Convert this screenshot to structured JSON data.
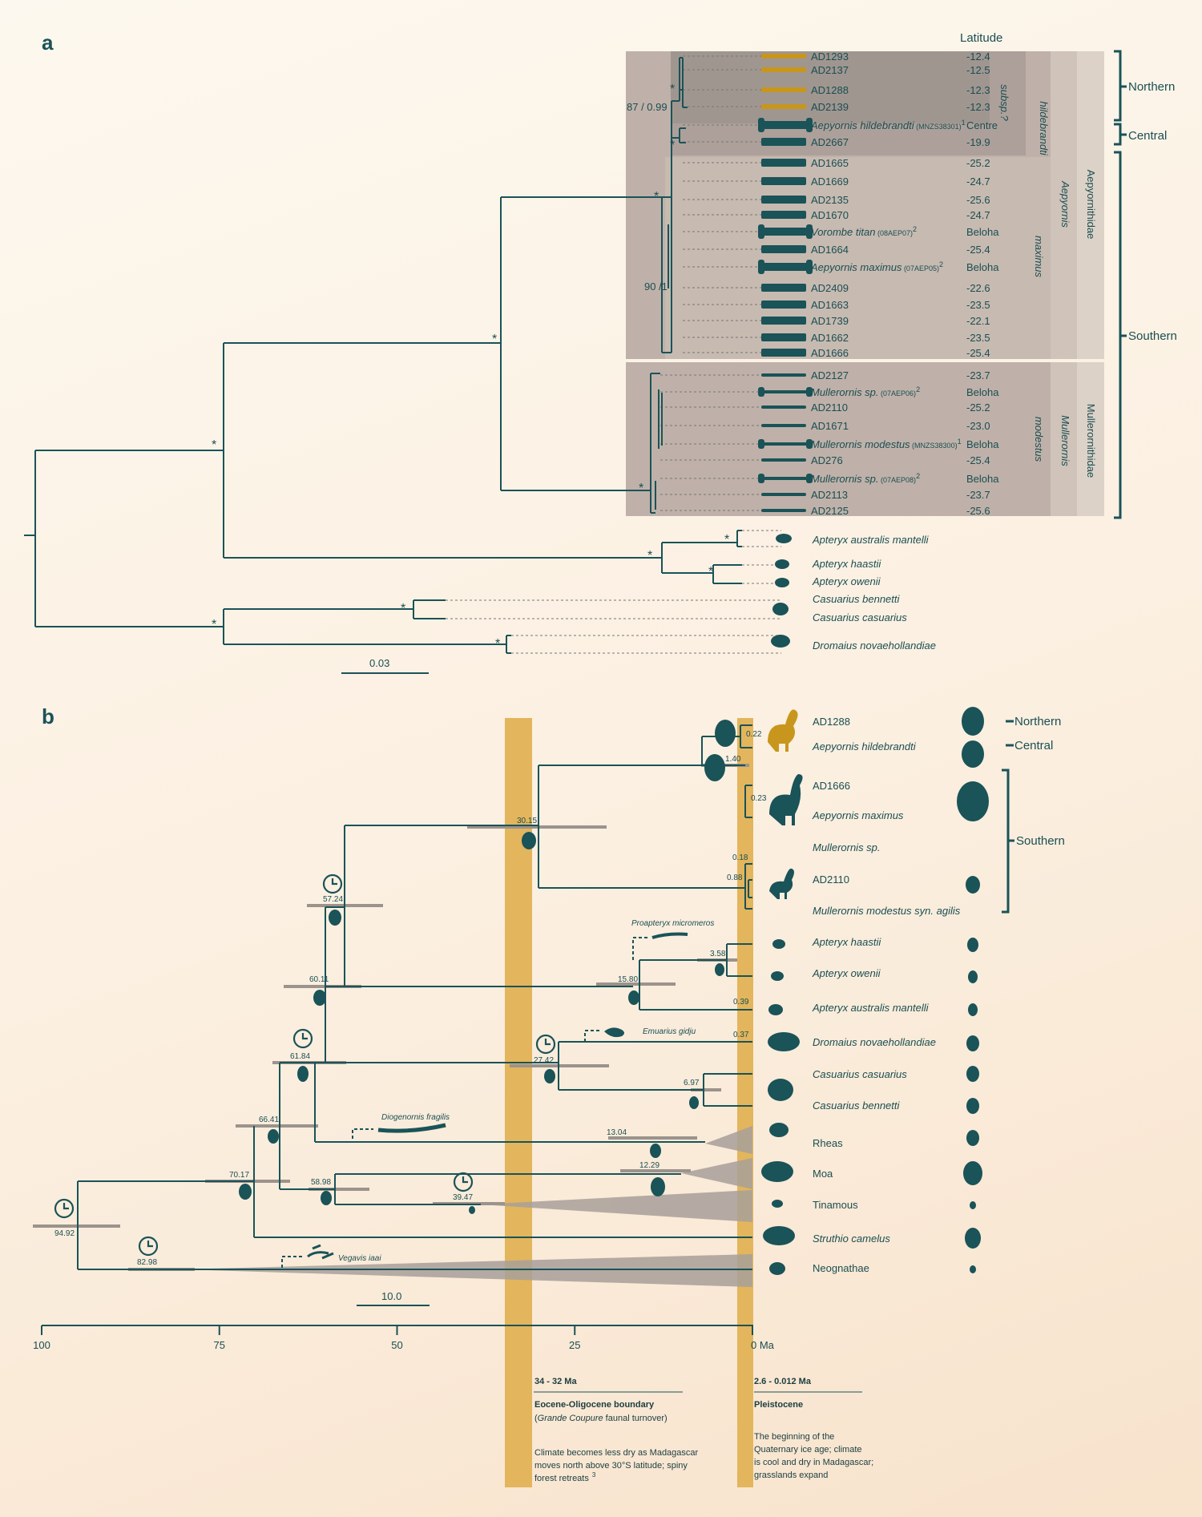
{
  "panel_a": {
    "label": "a",
    "latitude_header": "Latitude",
    "scale_label": "0.03",
    "node_support": {
      "star": "*",
      "subsp_node": "87 / 0.99",
      "maximus_node": "90 /1"
    },
    "taxon_labels": {
      "hildebrandti": "hildebrandti",
      "subsp": "subsp.?",
      "aepyornis": "Aepyornis",
      "maximus": "maximus",
      "aepyornithidae": "Aepyornithidae",
      "mullerornis": "Mullerornis",
      "modestus": "modestus",
      "mullerornithidae": "Mullerornithidae"
    },
    "regions": {
      "northern": "Northern",
      "central": "Central",
      "southern": "Southern"
    },
    "specimens": [
      {
        "name": "AD1293",
        "lat": "-12.4"
      },
      {
        "name": "AD2137",
        "lat": "-12.5"
      },
      {
        "name": "AD1288",
        "lat": "-12.3"
      },
      {
        "name": "AD2139",
        "lat": "-12.3"
      },
      {
        "name": "Aepyornis hildebrandti",
        "sub": " (MNZS38301)",
        "sup": "1",
        "lat": "Centre"
      },
      {
        "name": "AD2667",
        "lat": "-19.9"
      },
      {
        "name": "AD1665",
        "lat": "-25.2"
      },
      {
        "name": "AD1669",
        "lat": "-24.7"
      },
      {
        "name": "AD2135",
        "lat": "-25.6"
      },
      {
        "name": "AD1670",
        "lat": "-24.7"
      },
      {
        "name": "Vorombe titan",
        "sub": " (08AEP07)",
        "sup": "2",
        "lat": "Beloha"
      },
      {
        "name": "AD1664",
        "lat": "-25.4"
      },
      {
        "name": "Aepyornis maximus",
        "sub": " (07AEP05)",
        "sup": "2",
        "lat": "Beloha"
      },
      {
        "name": "AD2409",
        "lat": "-22.6"
      },
      {
        "name": "AD1663",
        "lat": "-23.5"
      },
      {
        "name": "AD1739",
        "lat": "-22.1"
      },
      {
        "name": "AD1662",
        "lat": "-23.5"
      },
      {
        "name": "AD1666",
        "lat": "-25.4"
      },
      {
        "name": "AD2127",
        "lat": "-23.7"
      },
      {
        "name": "Mullerornis sp.",
        "sub": " (07AEP06)",
        "sup": "2",
        "lat": "Beloha"
      },
      {
        "name": "AD2110",
        "lat": "-25.2"
      },
      {
        "name": "AD1671",
        "lat": "-23.0"
      },
      {
        "name": "Mullerornis modestus",
        "sub": " (MNZS38300)",
        "sup": "1",
        "lat": "Beloha"
      },
      {
        "name": "AD276",
        "lat": "-25.4"
      },
      {
        "name": "Mullerornis sp.",
        "sub": " (07AEP08)",
        "sup": "2",
        "lat": "Beloha"
      },
      {
        "name": "AD2113",
        "lat": "-23.7"
      },
      {
        "name": "AD2125",
        "lat": "-25.6"
      }
    ],
    "outgroups": [
      "Apteryx australis mantelli",
      "Apteryx haastii",
      "Apteryx owenii",
      "Casuarius bennetti",
      "Casuarius casuarius",
      "Dromaius novaehollandiae"
    ]
  },
  "panel_b": {
    "label": "b",
    "scale_label": "10.0",
    "axis_ticks": [
      "100",
      "75",
      "50",
      "25",
      "0 Ma"
    ],
    "taxa": [
      "AD1288",
      "Aepyornis hildebrandti",
      "AD1666",
      "Aepyornis maximus",
      "Mullerornis sp.",
      "AD2110",
      "Mullerornis modestus syn. agilis",
      "Apteryx haastii",
      "Apteryx owenii",
      "Apteryx australis mantelli",
      "Dromaius novaehollandiae",
      "Casuarius casuarius",
      "Casuarius bennetti",
      "Rheas",
      "Moa",
      "Tinamous",
      "Struthio camelus",
      "Neognathae"
    ],
    "node_ages": [
      "0.22",
      "1.40",
      "0.23",
      "30.15",
      "0.18",
      "0.88",
      "57.24",
      "3.58",
      "15.80",
      "0.39",
      "60.11",
      "0.37",
      "27.42",
      "6.97",
      "61.84",
      "66.41",
      "13.04",
      "70.17",
      "58.98",
      "12.29",
      "39.47",
      "94.92",
      "82.98"
    ],
    "fossils": [
      "Proapteryx micromeros",
      "Emuarius gidju",
      "Diogenornis fragilis",
      "Vegavis iaai"
    ],
    "regions": {
      "northern": "Northern",
      "central": "Central",
      "southern": "Southern"
    },
    "events": [
      {
        "range": "34 - 32 Ma",
        "title": "Eocene-Oligocene boundary",
        "subtitle_italic": "Grande Coupure",
        "subtitle_rest": " faunal turnover)",
        "subtitle_open": "(",
        "text": [
          "Climate becomes less dry as Madagascar",
          "moves north above 30°S latitude; spiny",
          "forest retreats"
        ],
        "sup": "3"
      },
      {
        "range": "2.6 - 0.012 Ma",
        "title": "Pleistocene",
        "subtitle_italic": "",
        "subtitle_rest": "",
        "subtitle_open": "",
        "text": [
          "The beginning of the",
          "Quaternary ice age; climate",
          "is cool and dry in Madagascar;",
          "grasslands expand"
        ],
        "sup": ""
      }
    ]
  },
  "colors": {
    "teal": "#1a5358",
    "gold": "#e0b060",
    "ochre": "#c8961c",
    "grey": "#a09890",
    "box": "#b8a8a0"
  }
}
